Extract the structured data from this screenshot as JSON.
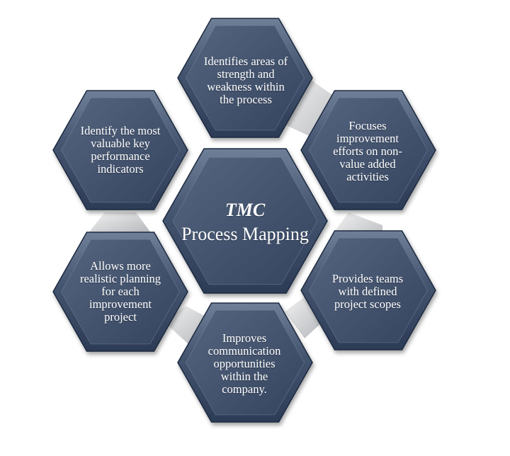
{
  "colors": {
    "hex_fill_light": "#6f7f98",
    "hex_fill_dark": "#2c3b56",
    "hex_border": "#1e2a40",
    "connector_light": "#f2f2f2",
    "connector_dark": "#b4b6ba",
    "text": "#ffffff"
  },
  "center": {
    "title": "TMC",
    "subtitle": "Process Mapping"
  },
  "nodes": [
    {
      "id": "top",
      "text": "Identifies areas of strength and weakness within the process"
    },
    {
      "id": "upper-right",
      "text": "Focuses improvement efforts on non-value added activities"
    },
    {
      "id": "lower-right",
      "text": "Provides teams with defined project scopes"
    },
    {
      "id": "bottom",
      "text": "Improves communication opportunities within the company."
    },
    {
      "id": "lower-left",
      "text": "Allows more realistic planning for each improvement project"
    },
    {
      "id": "upper-left",
      "text": "Identify the most valuable key performance indicators"
    }
  ]
}
